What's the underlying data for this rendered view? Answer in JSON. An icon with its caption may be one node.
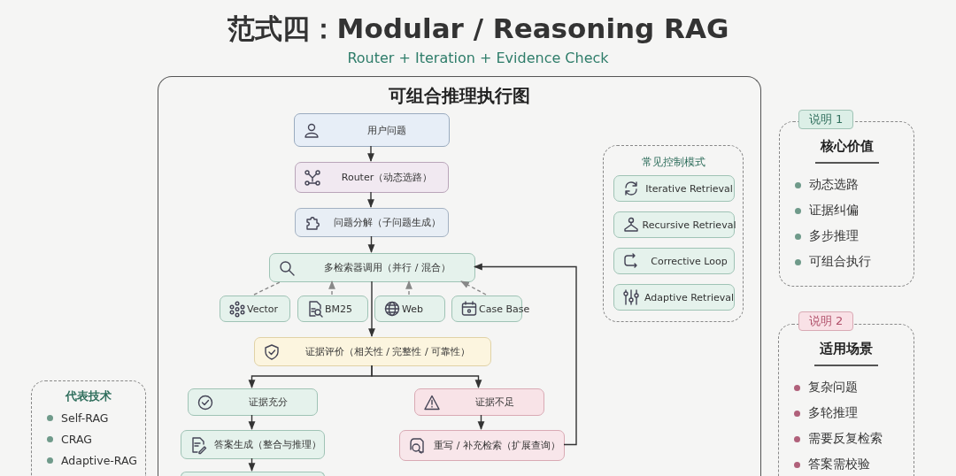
{
  "diagram": {
    "title": "范式四：Modular / Reasoning RAG",
    "nodes": [
      {
        "text": [
          "可组合推理执行图"
        ]
      },
      {
        "text": [
          "用户问题"
        ],
        "in": 0
      },
      {
        "text": [
          "Router（动态选路）"
        ],
        "in": 0
      },
      {
        "text": [
          "问题分解（子问题生成）"
        ],
        "in": 0
      },
      {
        "text": [
          "多检索器调用（并行 / 混合）"
        ],
        "in": 0
      },
      {
        "text": [
          "Vector"
        ],
        "in": 0
      },
      {
        "text": [
          "BM25"
        ],
        "in": 0
      },
      {
        "text": [
          "Web"
        ],
        "in": 0
      },
      {
        "text": [
          "Case Base"
        ],
        "in": 0
      },
      {
        "text": [
          "证据评价（相关性 / 完整性 / 可靠性）"
        ],
        "in": 0
      },
      {
        "text": [
          "证据充分"
        ],
        "in": 0
      },
      {
        "text": [
          "证据不足"
        ],
        "in": 0
      },
      {
        "text": [
          "答案生成（整合与推理）"
        ],
        "in": 0
      },
      {
        "text": [
          "重写 / 补充检索（扩展查询）"
        ],
        "in": 0
      },
      {
        "text": [],
        "shape": "box",
        "in": 0
      },
      {
        "text": [
          "常见控制模式"
        ],
        "in": 0
      },
      {
        "text": [
          "Iterative Retrieval"
        ],
        "in": 15
      },
      {
        "text": [
          "Recursive Retrieval"
        ],
        "in": 15
      },
      {
        "text": [
          "Corrective Loop"
        ],
        "in": 15
      },
      {
        "text": [
          "Adaptive Retrieval"
        ],
        "in": 15
      },
      {
        "text": [
          "说明 1"
        ]
      },
      {
        "text": [
          "核心价值",
          "动态选路",
          "证据纠偏",
          "多步推理",
          "可组合执行"
        ]
      },
      {
        "text": [
          "说明 2"
        ]
      },
      {
        "text": [
          "适用场景",
          "复杂问题",
          "多轮推理",
          "需要反复检索",
          "答案需校验"
        ]
      },
      {
        "text": [
          "代表技术",
          "Self-RAG",
          "CRAG",
          "Adaptive-RAG"
        ]
      }
    ],
    "edges": [
      {
        "from": 1,
        "to": 2,
        "arrow": "to"
      },
      {
        "from": 2,
        "to": 3,
        "arrow": "to"
      },
      {
        "from": 3,
        "to": 4,
        "arrow": "to"
      },
      {
        "from": 5,
        "to": 4,
        "arrow": "none",
        "style": "dashed",
        "color": "#888888"
      },
      {
        "from": 6,
        "to": 4,
        "arrow": "to",
        "style": "dashed",
        "color": "#888888"
      },
      {
        "from": 7,
        "to": 4,
        "arrow": "to",
        "style": "dashed",
        "color": "#888888"
      },
      {
        "from": 8,
        "to": 4,
        "arrow": "to",
        "style": "dashed",
        "color": "#888888"
      },
      {
        "from": 4,
        "to": 9,
        "arrow": "to"
      },
      {
        "from": 9,
        "to": 10,
        "arrow": "to"
      },
      {
        "from": 9,
        "to": 11,
        "arrow": "to"
      },
      {
        "from": 10,
        "to": 12,
        "arrow": "to"
      },
      {
        "from": 12,
        "to": 14,
        "arrow": "to"
      },
      {
        "from": 11,
        "to": 13,
        "arrow": "to"
      },
      {
        "from": 13,
        "to": 4,
        "arrow": "to"
      }
    ],
    "labels": [
      "Router + Iteration + Evidence Check"
    ]
  }
}
